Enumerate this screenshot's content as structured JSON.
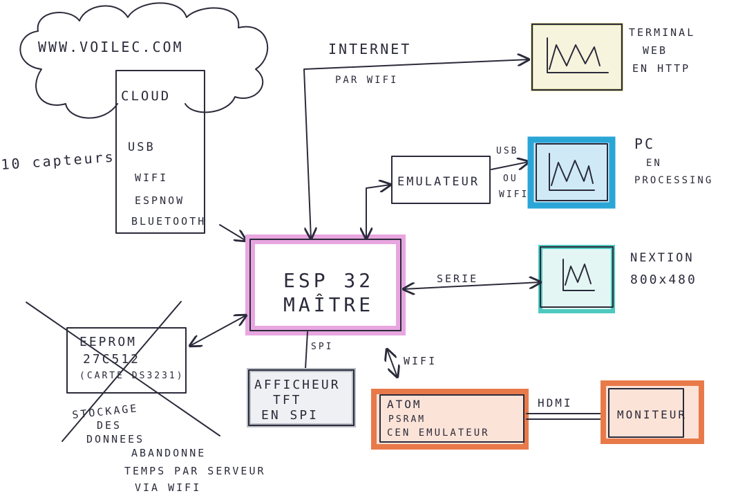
{
  "cloud": {
    "site": "WWW.VOILEC.COM"
  },
  "sensor_note": "10 capteurs",
  "interfaces_box": {
    "lines": [
      "CLOUD",
      "USB",
      "WIFI",
      "ESPNOW",
      "BLUETOOTH"
    ]
  },
  "internet_link": {
    "label": "INTERNET",
    "sub": "PAR WIFI"
  },
  "terminal": {
    "lines": [
      "TERMINAL",
      "WEB",
      "EN HTTP"
    ]
  },
  "emulator": {
    "label": "EMULATEUR"
  },
  "usb_wifi_link": {
    "lines": [
      "USB",
      "OU",
      "WIFI"
    ]
  },
  "pc": {
    "lines": [
      "PC",
      "EN",
      "PROCESSING"
    ]
  },
  "nextion": {
    "lines": [
      "NEXTION",
      "800x480"
    ]
  },
  "serial_link": {
    "label": "SERIE"
  },
  "esp32": {
    "lines": [
      "ESP 32",
      "MAÎTRE"
    ]
  },
  "eeprom": {
    "lines": [
      "EEPROM",
      "27C512",
      "(CARTE DS3231)"
    ]
  },
  "storage_note": {
    "lines": [
      "STOCKAGE",
      "DES",
      "DONNEES"
    ]
  },
  "abandon_note": {
    "lines": [
      "ABANDONNE",
      "TEMPS PAR SERVEUR",
      "VIA WIFI"
    ]
  },
  "spi_link": {
    "label": "SPI"
  },
  "tft": {
    "lines": [
      "AFFICHEUR",
      "TFT",
      "EN SPI"
    ]
  },
  "wifi_link": {
    "label": "WIFI"
  },
  "atom": {
    "lines": [
      "ATOM",
      "PSRAM",
      "CEN EMULATEUR"
    ]
  },
  "hdmi_link": {
    "label": "HDMI"
  },
  "monitor": {
    "label": "MONITEUR"
  },
  "colors": {
    "ink": "#2a2a3a",
    "esp32": "#e8a6e0",
    "pc": "#2aa6d6",
    "nextion": "#4ec9c0",
    "atom": "#e87a4a",
    "tft": "#b8bcc4",
    "terminal": "#d8d49a"
  }
}
